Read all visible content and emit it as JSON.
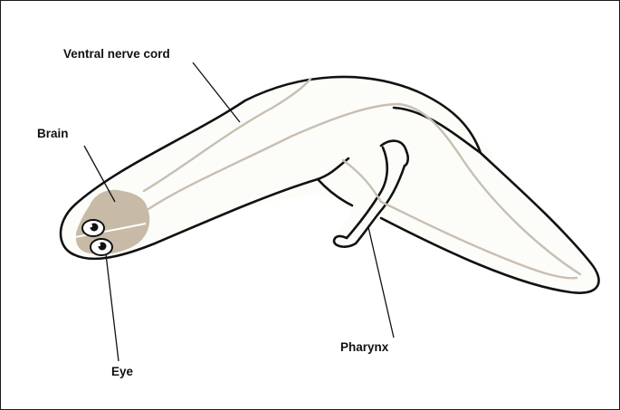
{
  "diagram": {
    "labels": {
      "ventral_nerve_cord": "Ventral nerve cord",
      "brain": "Brain",
      "eye": "Eye",
      "pharynx": "Pharynx"
    },
    "colors": {
      "outline": "#111111",
      "nerve": "#c9bfb0",
      "brain": "#c7bba7",
      "background": "#ffffff"
    }
  }
}
